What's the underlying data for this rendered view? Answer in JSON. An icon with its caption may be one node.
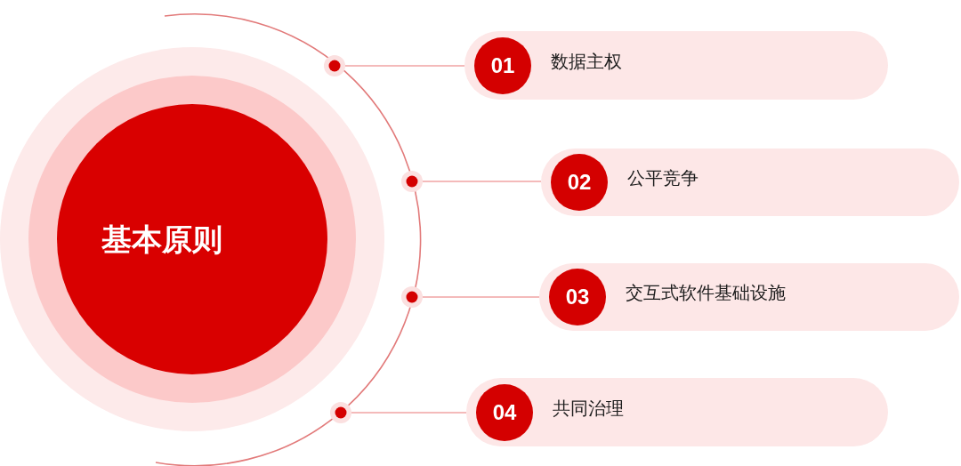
{
  "diagram": {
    "nodes": [
      {
        "text": [
          "基本原则"
        ]
      },
      {
        "text": [],
        "shape": "circle"
      },
      {
        "text": [
          "01",
          "数据主权"
        ]
      },
      {
        "text": [],
        "shape": "circle"
      },
      {
        "text": [
          "02",
          "公平竞争"
        ]
      },
      {
        "text": [],
        "shape": "circle"
      },
      {
        "text": [
          "03",
          "交互式软件基础设施"
        ]
      },
      {
        "text": [],
        "shape": "circle"
      },
      {
        "text": [
          "04",
          "共同治理"
        ]
      }
    ],
    "edges": [
      {
        "from": 1,
        "to": 2,
        "arrow": "none"
      },
      {
        "from": 3,
        "to": 4,
        "arrow": "none"
      },
      {
        "from": 5,
        "to": 6,
        "arrow": "none"
      },
      {
        "from": 7,
        "to": 8,
        "arrow": "none"
      }
    ]
  }
}
